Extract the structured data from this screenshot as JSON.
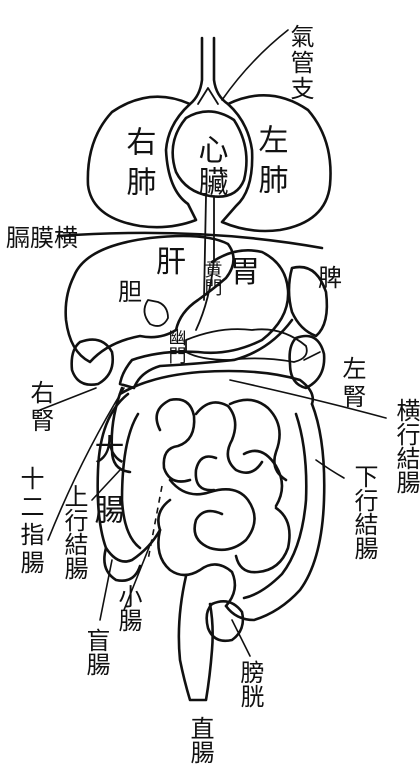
{
  "labels": {
    "bronchi": "氣管支",
    "right_lung": "右肺",
    "left_lung": "左肺",
    "heart": "心臟",
    "diaphragm": "膈膜横",
    "liver": "肝",
    "gallbladder": "胆",
    "cardia": "賁門",
    "stomach": "胃",
    "pylorus": "幽門",
    "spleen": "脾",
    "left_kidney": "左腎",
    "right_kidney": "右腎",
    "transverse_colon": "横行結腸",
    "descending_colon": "下行結腸",
    "duodenum": "十二指腸",
    "large_intestine": "大腸",
    "ascending_colon": "上行結腸",
    "small_intestine": "小腸",
    "cecum": "盲腸",
    "bladder": "膀胱",
    "rectum": "直腸"
  }
}
